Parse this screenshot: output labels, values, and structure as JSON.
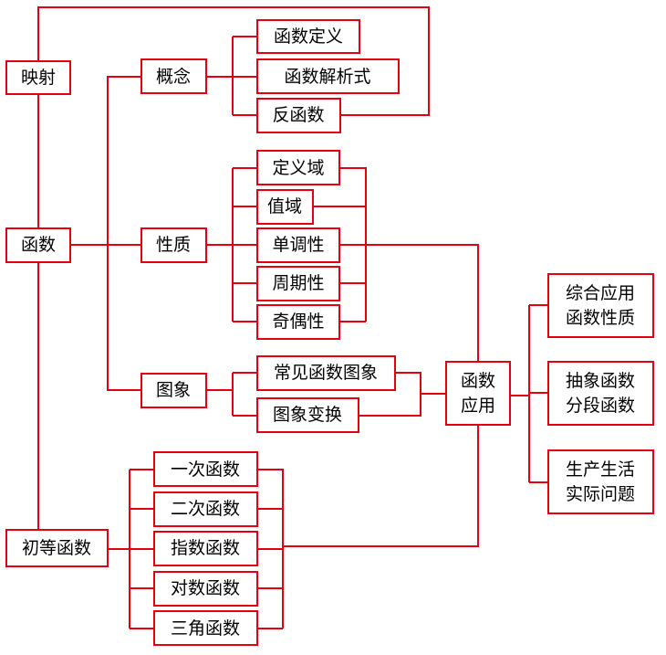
{
  "diagram": {
    "line_color": "#e8000f",
    "box_border_color": "#e8000f",
    "text_color": "#000000",
    "nodes": {
      "yingshe": "映射",
      "hanshu": "函数",
      "chudeng": "初等函数",
      "gainian": "概念",
      "xingzhi": "性质",
      "tuxiang": "图象",
      "hanshu_dingyi": "函数定义",
      "hanshu_jiexishi": "函数解析式",
      "fan_hanshu": "反函数",
      "dingyiyu": "定义域",
      "zhiyu": "值域",
      "dandiaoxing": "单调性",
      "zhouqixing": "周期性",
      "jioxing": "奇偶性",
      "changjian_tuxiang": "常见函数图象",
      "tuxiang_bianhuan": "图象变换",
      "yingyong": [
        "函数",
        "应用"
      ],
      "yici": "一次函数",
      "erci": "二次函数",
      "zhishu": "指数函数",
      "duishu": "对数函数",
      "sanjiao": "三角函数",
      "zonghe": [
        "综合应用",
        "函数性质"
      ],
      "chouxiang": [
        "抽象函数",
        "分段函数"
      ],
      "shengchan": [
        "生产生活",
        "实际问题"
      ]
    }
  }
}
